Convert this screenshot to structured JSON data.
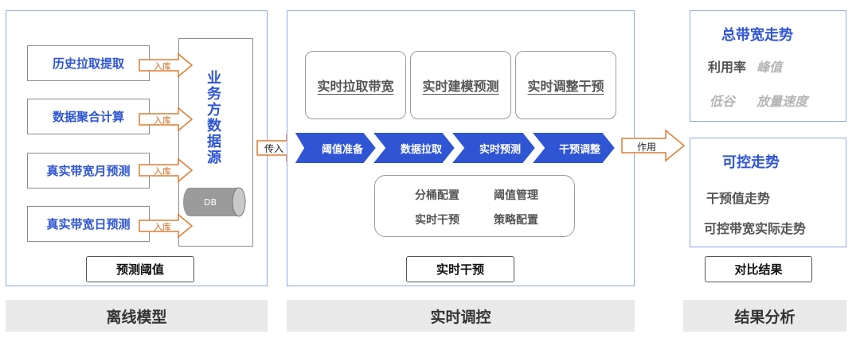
{
  "offline": {
    "sources": [
      "历史拉取提取",
      "数据聚合计算",
      "真实带宽月预测",
      "真实带宽日预测"
    ],
    "arrow_label": "入库",
    "datasource_title": "业务方数据源",
    "db_label": "DB",
    "tag": "预测阈值",
    "footer": "离线模型"
  },
  "input_arrow_label": "传入",
  "realtime": {
    "top_boxes": [
      "实时拉取带宽",
      "实时建模预测",
      "实时调整干预"
    ],
    "steps": [
      "阈值准备",
      "数据拉取",
      "实时预测",
      "干预调整"
    ],
    "configs": [
      "分桶配置",
      "阈值管理",
      "实时干预",
      "策略配置"
    ],
    "tag": "实时干预",
    "footer": "实时调控"
  },
  "output_arrow_label": "作用",
  "results": {
    "total_trend": {
      "title": "总带宽走势",
      "line1_main": "利用率",
      "line1_faded": "峰值",
      "line2": [
        "低谷",
        "放量速度"
      ]
    },
    "control_trend": {
      "title": "可控走势",
      "items": [
        "干预值走势",
        "可控带宽实际走势"
      ]
    },
    "tag": "对比结果",
    "footer": "结果分析"
  },
  "colors": {
    "accent_blue": "#2f55d4",
    "panel_border": "#8fa6e8",
    "arrow_orange": "#e07b2e",
    "pipeline_blue": "#2f55d4"
  }
}
